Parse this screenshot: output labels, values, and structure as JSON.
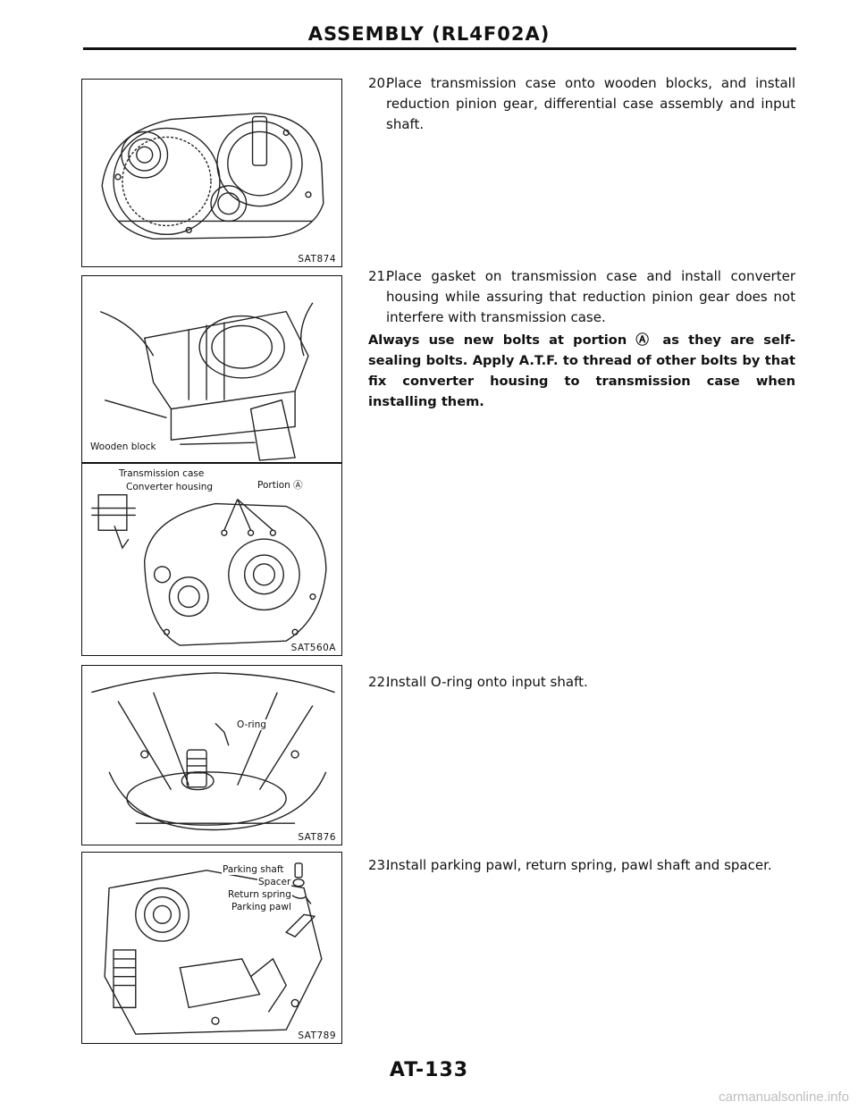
{
  "header": {
    "title": "ASSEMBLY (RL4F02A)"
  },
  "figures": [
    {
      "code": "SAT874",
      "callouts": []
    },
    {
      "code": "",
      "callouts": [
        "Wooden block"
      ]
    },
    {
      "code": "SAT560A",
      "callouts": [
        "Transmission case",
        "Converter housing",
        "Portion Ⓐ"
      ]
    },
    {
      "code": "SAT876",
      "callouts": [
        "O-ring"
      ]
    },
    {
      "code": "SAT789",
      "callouts": [
        "Parking shaft",
        "Spacer",
        "Return spring",
        "Parking pawl"
      ]
    }
  ],
  "steps": [
    {
      "number": "20.",
      "text": "Place transmission case onto wooden blocks, and install reduction pinion gear, differential case assembly and input shaft."
    },
    {
      "number": "21.",
      "text": "Place gasket on transmission case and install converter housing while assuring that reduction pinion gear does not interfere with transmission case."
    },
    {
      "number": "22.",
      "text": "Install O-ring onto input shaft."
    },
    {
      "number": "23.",
      "text": "Install parking pawl, return spring, pawl shaft and spacer."
    }
  ],
  "warning": "Always use new bolts at portion Ⓐ as they are self-sealing bolts. Apply A.T.F. to thread of other bolts by that fix converter housing to transmission case when installing them.",
  "footer": {
    "page_number": "AT-133"
  },
  "watermark": "carmanualsonline.info"
}
